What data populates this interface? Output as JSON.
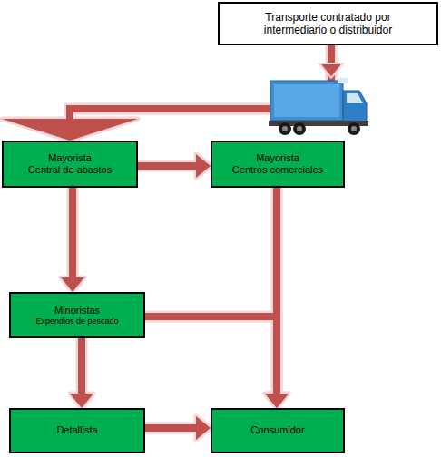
{
  "diagram": {
    "nodes": [
      {
        "text": [
          "Transporte contratado por intermediario o distribuidor"
        ]
      },
      {
        "text": [
          "Mayorista",
          "Central de abastos"
        ]
      },
      {
        "text": [
          "Mayorista",
          "Centros comerciales"
        ]
      },
      {
        "text": [
          "Minoristas",
          "Expendios de pescado"
        ]
      },
      {
        "text": [
          "Detallista"
        ]
      },
      {
        "text": [
          "Consumidor"
        ]
      }
    ],
    "edges": [
      {
        "from": 0,
        "to": 1,
        "arrow": "to"
      },
      {
        "from": 1,
        "to": 2,
        "arrow": "to"
      },
      {
        "from": 2,
        "to": 5,
        "arrow": "to"
      },
      {
        "from": 1,
        "to": 3,
        "arrow": "to"
      },
      {
        "from": 3,
        "to": 5,
        "arrow": "to"
      },
      {
        "from": 3,
        "to": 4,
        "arrow": "to"
      },
      {
        "from": 4,
        "to": 5,
        "arrow": "to"
      }
    ]
  }
}
